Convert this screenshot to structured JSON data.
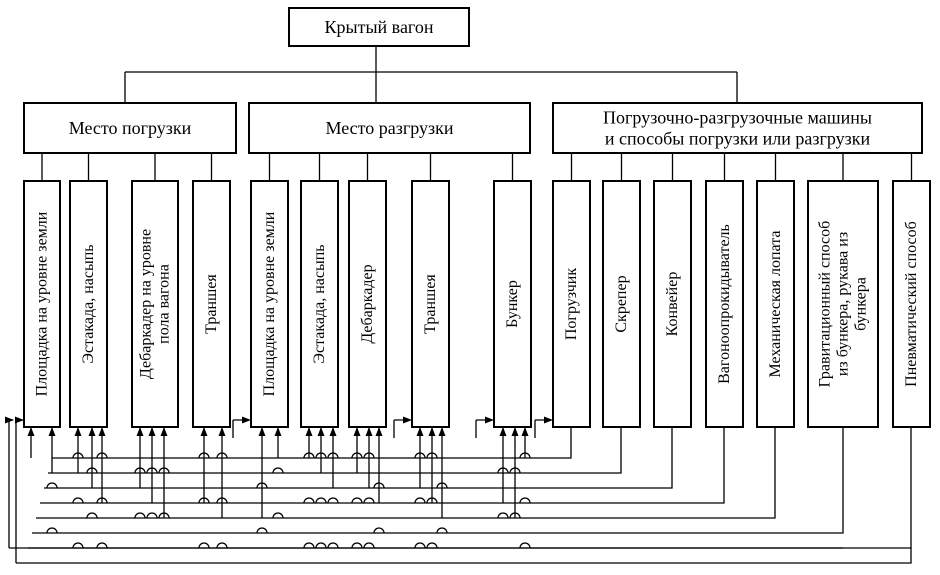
{
  "root": "Крытый вагон",
  "categories": [
    {
      "id": "loading",
      "label_lines": [
        "Место погрузки"
      ]
    },
    {
      "id": "unloading",
      "label_lines": [
        "Место разгрузки"
      ]
    },
    {
      "id": "machines",
      "label_lines": [
        "Погрузочно-разгрузочные машины",
        "и способы погрузки или разгрузки"
      ]
    }
  ],
  "items": [
    {
      "category": "loading",
      "lines": [
        "Площадка на уровне земли"
      ]
    },
    {
      "category": "loading",
      "lines": [
        "Эстакада, насыпь"
      ]
    },
    {
      "category": "loading",
      "lines": [
        "Дебаркадер на уровне",
        "пола вагона"
      ]
    },
    {
      "category": "loading",
      "lines": [
        "Траншея"
      ]
    },
    {
      "category": "unloading",
      "lines": [
        "Площадка на уровне земли"
      ]
    },
    {
      "category": "unloading",
      "lines": [
        "Эстакада, насыпь"
      ]
    },
    {
      "category": "unloading",
      "lines": [
        "Дебаркадер"
      ]
    },
    {
      "category": "unloading",
      "lines": [
        "Траншея"
      ]
    },
    {
      "category": "unloading",
      "lines": [
        "Бункер"
      ]
    },
    {
      "category": "machines",
      "lines": [
        "Погрузчик"
      ]
    },
    {
      "category": "machines",
      "lines": [
        "Скрепер"
      ]
    },
    {
      "category": "machines",
      "lines": [
        "Конвейер"
      ]
    },
    {
      "category": "machines",
      "lines": [
        "Вагоноопрокидыватель"
      ]
    },
    {
      "category": "machines",
      "lines": [
        "Механическая лопата"
      ]
    },
    {
      "category": "machines",
      "lines": [
        "Гравитационный способ",
        "из бункера, рукава из",
        "бункера"
      ]
    },
    {
      "category": "machines",
      "lines": [
        "Пневматический способ"
      ]
    }
  ]
}
